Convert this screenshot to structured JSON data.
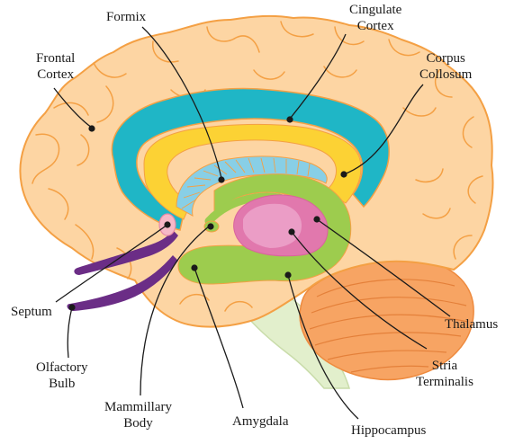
{
  "diagram": {
    "colors": {
      "brain_outer": "#fdd5a3",
      "brain_outline": "#f4a044",
      "cingulate": "#1fb6c6",
      "corpus": "#fcd234",
      "fornix": "#88cfe6",
      "hippocampus": "#9dcc4e",
      "thalamus": "#e178ad",
      "thalamus_light": "#eb9dc6",
      "olfactory": "#6b2d86",
      "septum": "#f6b8c7",
      "cerebellum": "#f7a463",
      "brainstem": "#e2efcc",
      "leader_line": "#1a1a1a"
    },
    "labels": {
      "formix": [
        "Formix"
      ],
      "cingulate": [
        "Cingulate",
        "Cortex"
      ],
      "frontal": [
        "Frontal",
        "Cortex"
      ],
      "corpus": [
        "Corpus",
        "Collosum"
      ],
      "septum": [
        "Septum"
      ],
      "thalamus": [
        "Thalamus"
      ],
      "olfactory": [
        "Olfactory",
        "Bulb"
      ],
      "stria": [
        "Stria",
        "Terminalis"
      ],
      "mammillary": [
        "Mammillary",
        "Body"
      ],
      "amygdala": [
        "Amygdala"
      ],
      "hippocampus": [
        "Hippocampus"
      ]
    }
  }
}
